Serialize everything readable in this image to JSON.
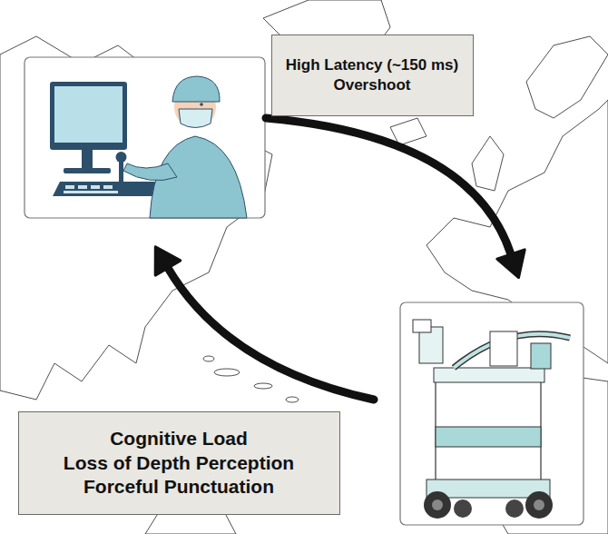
{
  "diagram": {
    "nodes": [
      {
        "text": [
          "High Latency (~150 ms)",
          "Overshoot"
        ]
      },
      {
        "text": [
          "Cognitive Load",
          "Loss of Depth Perception",
          "Forceful Punctuation"
        ]
      }
    ]
  }
}
